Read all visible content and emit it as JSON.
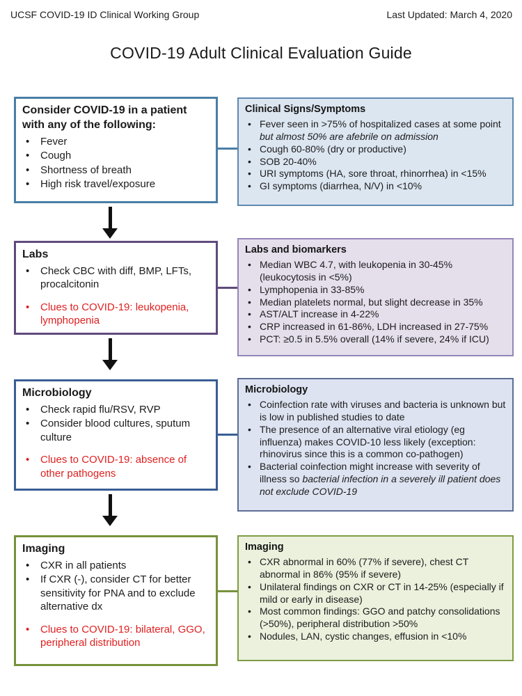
{
  "header": {
    "left": "UCSF COVID-19 ID Clinical Working Group",
    "right": "Last Updated: March 4, 2020"
  },
  "title": "COVID-19 Adult Clinical Evaluation Guide",
  "colors": {
    "page_bg": "#ffffff",
    "text": "#1c1c1c",
    "arrow": "#111111",
    "clue_red": "#e01f1f"
  },
  "flow_boxes": [
    {
      "heading": "Consider COVID-19 in a patient with any of the following:",
      "border_color": "#4a7ea6",
      "bullets": [
        {
          "segments": [
            {
              "t": "Fever"
            }
          ]
        },
        {
          "segments": [
            {
              "t": "Cough"
            }
          ]
        },
        {
          "segments": [
            {
              "t": "Shortness of breath"
            }
          ]
        },
        {
          "segments": [
            {
              "t": "High risk travel/exposure"
            }
          ]
        }
      ]
    },
    {
      "heading": "Labs",
      "border_color": "#604a7b",
      "bullets": [
        {
          "segments": [
            {
              "t": "Check CBC with diff, BMP, LFTs, procalcitonin"
            }
          ]
        },
        {
          "red": true,
          "segments": [
            {
              "t": "Clues to COVID-19: leukopenia, lymphopenia"
            }
          ]
        }
      ]
    },
    {
      "heading": "Microbiology",
      "border_color": "#3a5e94",
      "bullets": [
        {
          "segments": [
            {
              "t": "Check rapid flu/RSV, RVP"
            }
          ]
        },
        {
          "segments": [
            {
              "t": "Consider blood cultures, sputum culture"
            }
          ]
        },
        {
          "red": true,
          "segments": [
            {
              "t": "Clues to COVID-19: absence of other pathogens"
            }
          ]
        }
      ]
    },
    {
      "heading": "Imaging",
      "border_color": "#76923c",
      "bullets": [
        {
          "segments": [
            {
              "t": "CXR in all patients"
            }
          ]
        },
        {
          "segments": [
            {
              "t": "If CXR (-), consider CT for better sensitivity for PNA and to exclude alternative dx"
            }
          ]
        },
        {
          "red": true,
          "segments": [
            {
              "t": "Clues to COVID-19: bilateral, GGO, peripheral distribution"
            }
          ]
        }
      ]
    }
  ],
  "info_boxes": [
    {
      "title": "Clinical Signs/Symptoms",
      "bg_color": "#dce6f1",
      "border_color": "#5e88b0",
      "bullets": [
        {
          "segments": [
            {
              "t": "Fever seen in >75% of hospitalized cases at some point "
            },
            {
              "t": "but almost 50% are afebrile on admission",
              "i": true
            }
          ]
        },
        {
          "segments": [
            {
              "t": "Cough 60-80% (dry or productive)"
            }
          ]
        },
        {
          "segments": [
            {
              "t": "SOB 20-40%"
            }
          ]
        },
        {
          "segments": [
            {
              "t": "URI symptoms (HA, sore throat, rhinorrhea) in <15%"
            }
          ]
        },
        {
          "segments": [
            {
              "t": "GI symptoms (diarrhea, N/V) in <10%"
            }
          ]
        }
      ]
    },
    {
      "title": "Labs and biomarkers",
      "bg_color": "#e5dfec",
      "border_color": "#9586b8",
      "bullets": [
        {
          "segments": [
            {
              "t": "Median WBC 4.7, with leukopenia in 30-45% (leukocytosis in <5%)"
            }
          ]
        },
        {
          "segments": [
            {
              "t": "Lymphopenia in 33-85%"
            }
          ]
        },
        {
          "segments": [
            {
              "t": "Median platelets normal, but slight decrease in 35%"
            }
          ]
        },
        {
          "segments": [
            {
              "t": "AST/ALT increase in 4-22%"
            }
          ]
        },
        {
          "segments": [
            {
              "t": "CRP increased in 61-86%, LDH increased in 27-75%"
            }
          ]
        },
        {
          "segments": [
            {
              "t": "PCT: ≥0.5 in 5.5% overall (14% if severe, 24% if ICU)"
            }
          ]
        }
      ]
    },
    {
      "title": "Microbiology",
      "bg_color": "#dde3f1",
      "border_color": "#5c6d96",
      "bullets": [
        {
          "segments": [
            {
              "t": "Coinfection rate with viruses and bacteria is unknown but is low in published studies to date"
            }
          ]
        },
        {
          "segments": [
            {
              "t": "The presence of an alternative viral etiology (eg influenza) makes COVID-10 less likely (exception: rhinovirus since this is a common co-pathogen)"
            }
          ]
        },
        {
          "segments": [
            {
              "t": "Bacterial coinfection might increase with severity of illness so "
            },
            {
              "t": "bacterial infection in a severely ill patient does not exclude COVID-19",
              "i": true
            }
          ]
        }
      ]
    },
    {
      "title": "Imaging",
      "bg_color": "#ebf1dd",
      "border_color": "#7f9c44",
      "bullets": [
        {
          "segments": [
            {
              "t": "CXR abnormal in 60% (77% if severe), chest CT abnormal in 86% (95% if severe)"
            }
          ]
        },
        {
          "segments": [
            {
              "t": "Unilateral findings on CXR or CT in 14-25% (especially if mild or early in disease)"
            }
          ]
        },
        {
          "segments": [
            {
              "t": "Most common findings: GGO and patchy consolidations (>50%), peripheral distribution >50%"
            }
          ]
        },
        {
          "segments": [
            {
              "t": "Nodules, LAN, cystic changes, effusion in <10%"
            }
          ]
        }
      ]
    }
  ]
}
